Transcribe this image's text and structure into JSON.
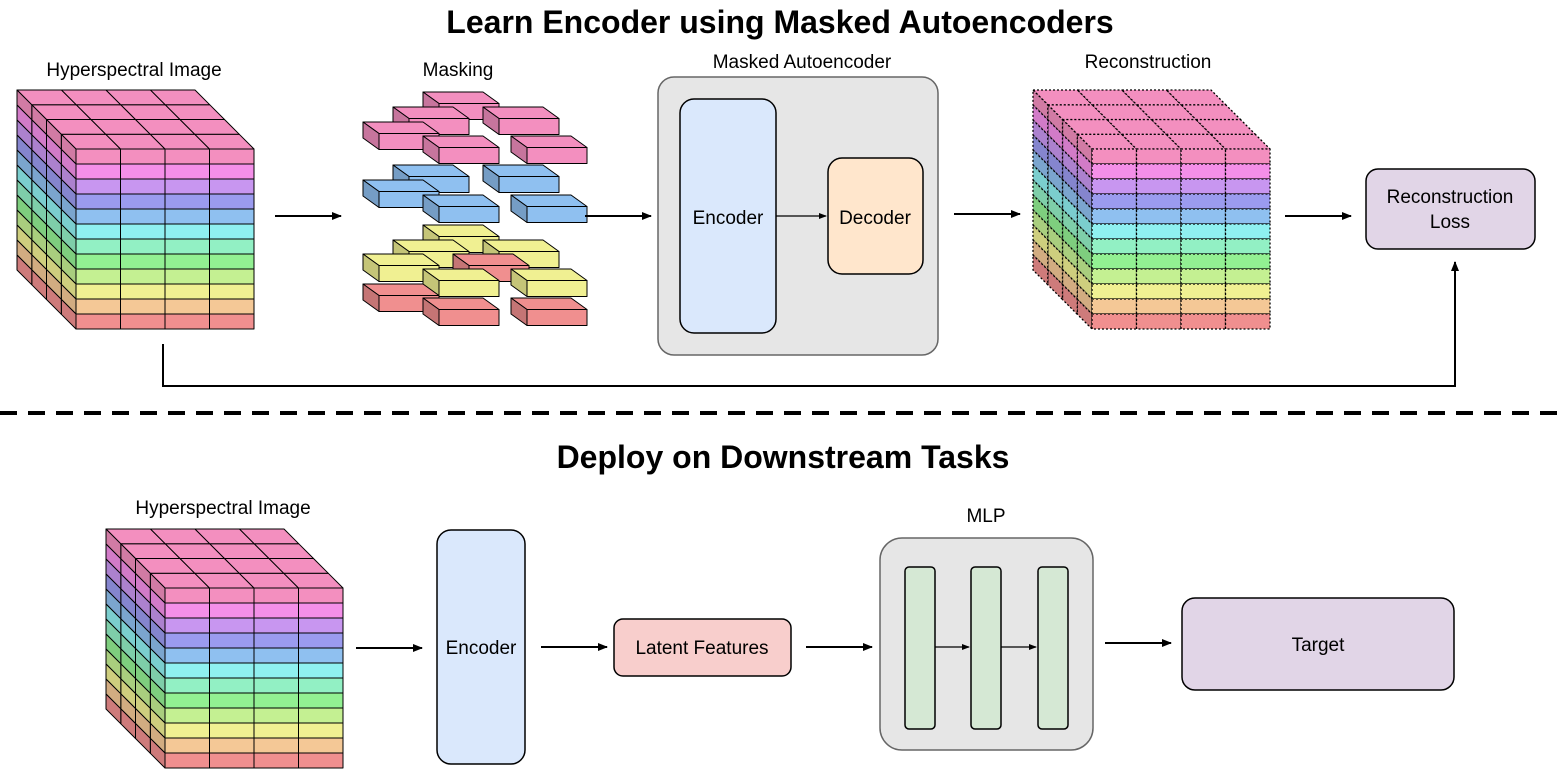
{
  "top_section": {
    "title": "Learn Encoder using Masked Autoencoders",
    "input_label": "Hyperspectral Image",
    "masking_label": "Masking",
    "mae_label": "Masked Autoencoder",
    "encoder_label": "Encoder",
    "decoder_label": "Decoder",
    "reconstruction_label": "Reconstruction",
    "loss_label_line1": "Reconstruction",
    "loss_label_line2": "Loss"
  },
  "bottom_section": {
    "title": "Deploy on Downstream Tasks",
    "input_label": "Hyperspectral Image",
    "encoder_label": "Encoder",
    "latent_label": "Latent Features",
    "mlp_label": "MLP",
    "target_label": "Target"
  },
  "colors": {
    "bands": [
      "#f38fbf",
      "#f48fe8",
      "#c896f0",
      "#9b9bef",
      "#8fc0f0",
      "#8ff0f0",
      "#92f0c4",
      "#92f092",
      "#c4f092",
      "#f0f092",
      "#f4c896",
      "#f08f8f"
    ],
    "encoder_fill": "#dae8fc",
    "decoder_fill": "#ffe6cc",
    "mae_container_fill": "#e6e6e6",
    "loss_fill": "#e1d5e7",
    "latent_fill": "#f8cecc",
    "mlp_layer_fill": "#d5e8d4",
    "target_fill": "#e1d5e7",
    "mask_pink": "#f38fbf",
    "mask_blue": "#8fc0f0",
    "mask_yellow": "#f0f092",
    "mask_red": "#f08f8f"
  }
}
